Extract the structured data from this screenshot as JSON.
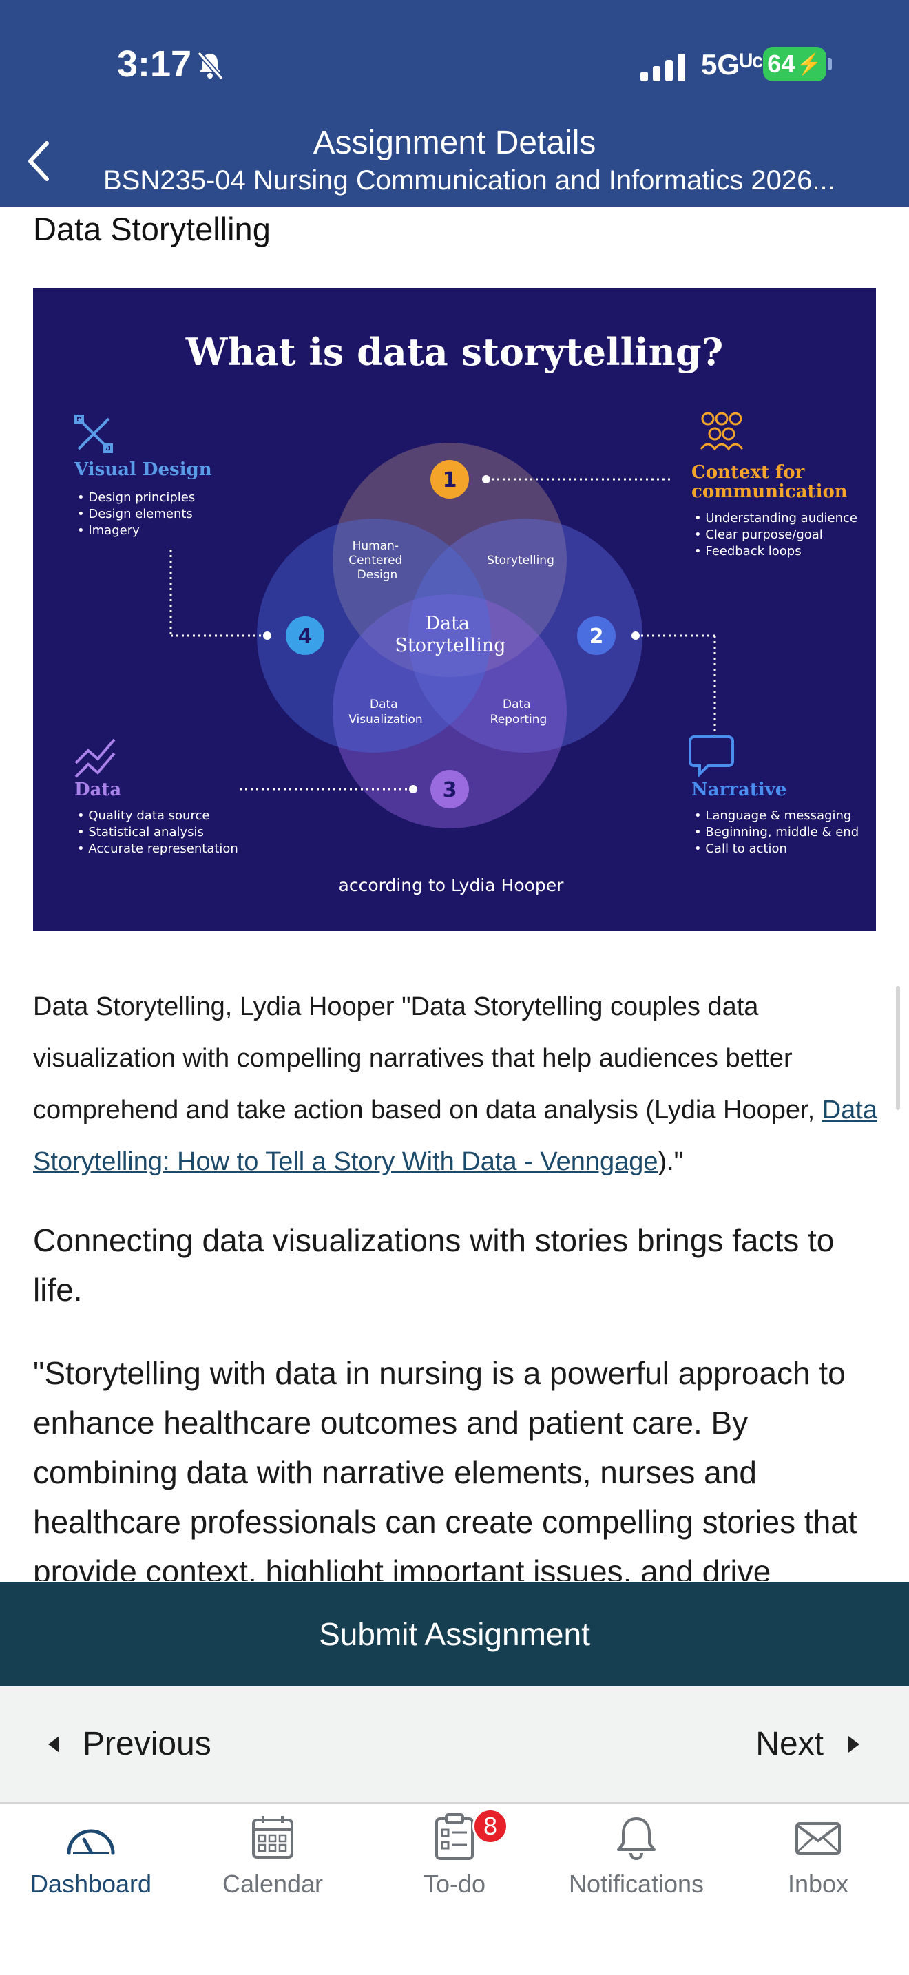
{
  "status_bar": {
    "time": "3:17",
    "network": "5Gᵁᶜ",
    "battery": "64"
  },
  "nav": {
    "title": "Assignment Details",
    "subtitle": "BSN235-04 Nursing Communication and Informatics 2026..."
  },
  "content": {
    "heading": "Data Storytelling",
    "figure": {
      "title": "What is data storytelling?",
      "center": [
        "Data",
        "Storytelling"
      ],
      "overlaps": {
        "human_centered": [
          "Human-",
          "Centered",
          "Design"
        ],
        "storytelling": "Storytelling",
        "data_visualization": [
          "Data",
          "Visualization"
        ],
        "data_reporting": [
          "Data",
          "Reporting"
        ]
      },
      "numbers": [
        "1",
        "2",
        "3",
        "4"
      ],
      "visual_design": {
        "title": "Visual Design",
        "items": [
          "Design principles",
          "Design elements",
          "Imagery"
        ]
      },
      "context": {
        "title": [
          "Context for",
          "communication"
        ],
        "items": [
          "Understanding audience",
          "Clear purpose/goal",
          "Feedback loops"
        ]
      },
      "data": {
        "title": "Data",
        "items": [
          "Quality data source",
          "Statistical analysis",
          "Accurate representation"
        ]
      },
      "narrative": {
        "title": "Narrative",
        "items": [
          "Language & messaging",
          "Beginning, middle & end",
          "Call to action"
        ]
      },
      "attribution": "according to Lydia Hooper",
      "colors": {
        "background": "#1d1566",
        "accent_orange": "#f4a529",
        "circle_blue": "#4a6ee0",
        "circle_purple": "#8a5fd6"
      }
    },
    "quote_before_link": "Data Storytelling, Lydia Hooper \"Data Storytelling couples data visualization with compelling narratives that help audiences better comprehend and take action based on data analysis (Lydia Hooper, ",
    "quote_link": "Data Storytelling: How to Tell a Story With Data - Venngage",
    "quote_after_link": ").\"",
    "paragraph_1": "Connecting data visualizations with stories brings facts to life.",
    "paragraph_2": "\"Storytelling with data in nursing is a powerful approach to enhance healthcare outcomes and patient care. By combining data with narrative elements, nurses and healthcare professionals can create compelling stories that provide context, highlight important issues, and drive"
  },
  "actions": {
    "submit": "Submit Assignment",
    "previous": "Previous",
    "next": "Next"
  },
  "tabs": [
    {
      "label": "Dashboard",
      "icon": "dashboard-icon",
      "active": true
    },
    {
      "label": "Calendar",
      "icon": "calendar-icon"
    },
    {
      "label": "To-do",
      "icon": "todo-icon",
      "badge": "8"
    },
    {
      "label": "Notifications",
      "icon": "bell-icon"
    },
    {
      "label": "Inbox",
      "icon": "mail-icon"
    }
  ]
}
